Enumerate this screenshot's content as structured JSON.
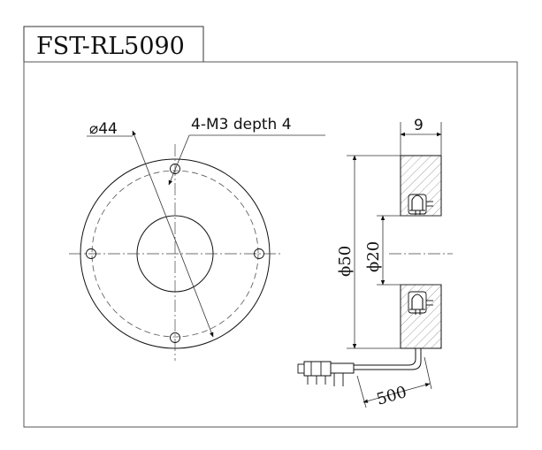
{
  "model": "FST-RL5090",
  "front_view": {
    "outer_dia_label": "⌀44",
    "hole_note": "4-M3 depth 4"
  },
  "side_view": {
    "width_label": "9",
    "outer_dia_label": "ϕ50",
    "inner_dia_label": "ϕ20",
    "cable_length_label": "500"
  }
}
